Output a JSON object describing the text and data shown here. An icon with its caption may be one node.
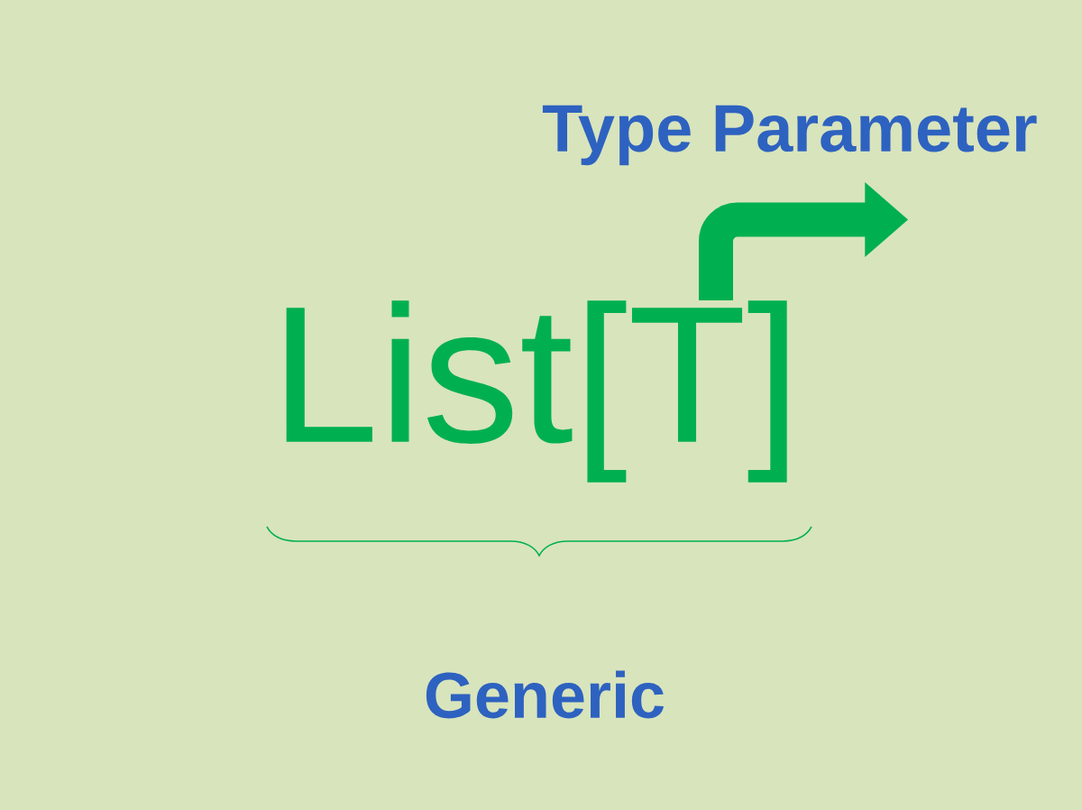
{
  "diagram": {
    "nodes": [
      {
        "text": [
          "List[T]"
        ]
      },
      {
        "text": [
          "Type Parameter"
        ]
      }
    ],
    "edges": [
      {
        "from": 0,
        "to": 1,
        "arrow": "to"
      }
    ],
    "labels": [
      "Generic"
    ]
  }
}
